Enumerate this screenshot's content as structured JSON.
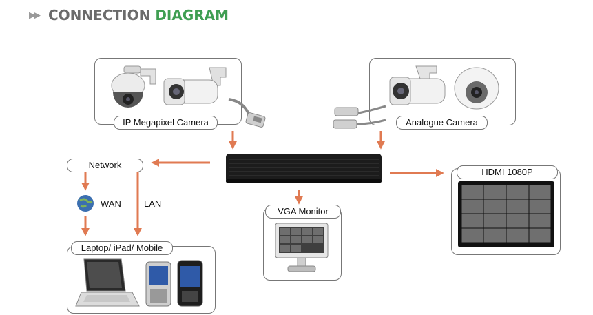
{
  "heading": {
    "prefix_glyph": "▶▶",
    "word1": "CONNECTION",
    "word2": "DIAGRAM",
    "word2_color": "#3f9e52"
  },
  "labels": {
    "ip_camera": "IP Megapixel Camera",
    "analogue_camera": "Analogue Camera",
    "network": "Network",
    "wan": "WAN",
    "lan": "LAN",
    "laptop": "Laptop/ iPad/ Mobile",
    "vga": "VGA Monitor",
    "hdmi": "HDMI 1080P"
  },
  "colors": {
    "arrow": "#e07a52",
    "frame": "#777777",
    "dvr": "#1c1c1c"
  },
  "icons": [
    "ptz-dome-camera-icon",
    "bullet-camera-icon",
    "ethernet-cable-icon",
    "bnc-cable-icon",
    "dome-camera-icon",
    "dvr-recorder-icon",
    "globe-icon",
    "laptop-icon",
    "mobile-phone-icon",
    "vga-monitor-icon",
    "hdmi-tv-icon"
  ]
}
